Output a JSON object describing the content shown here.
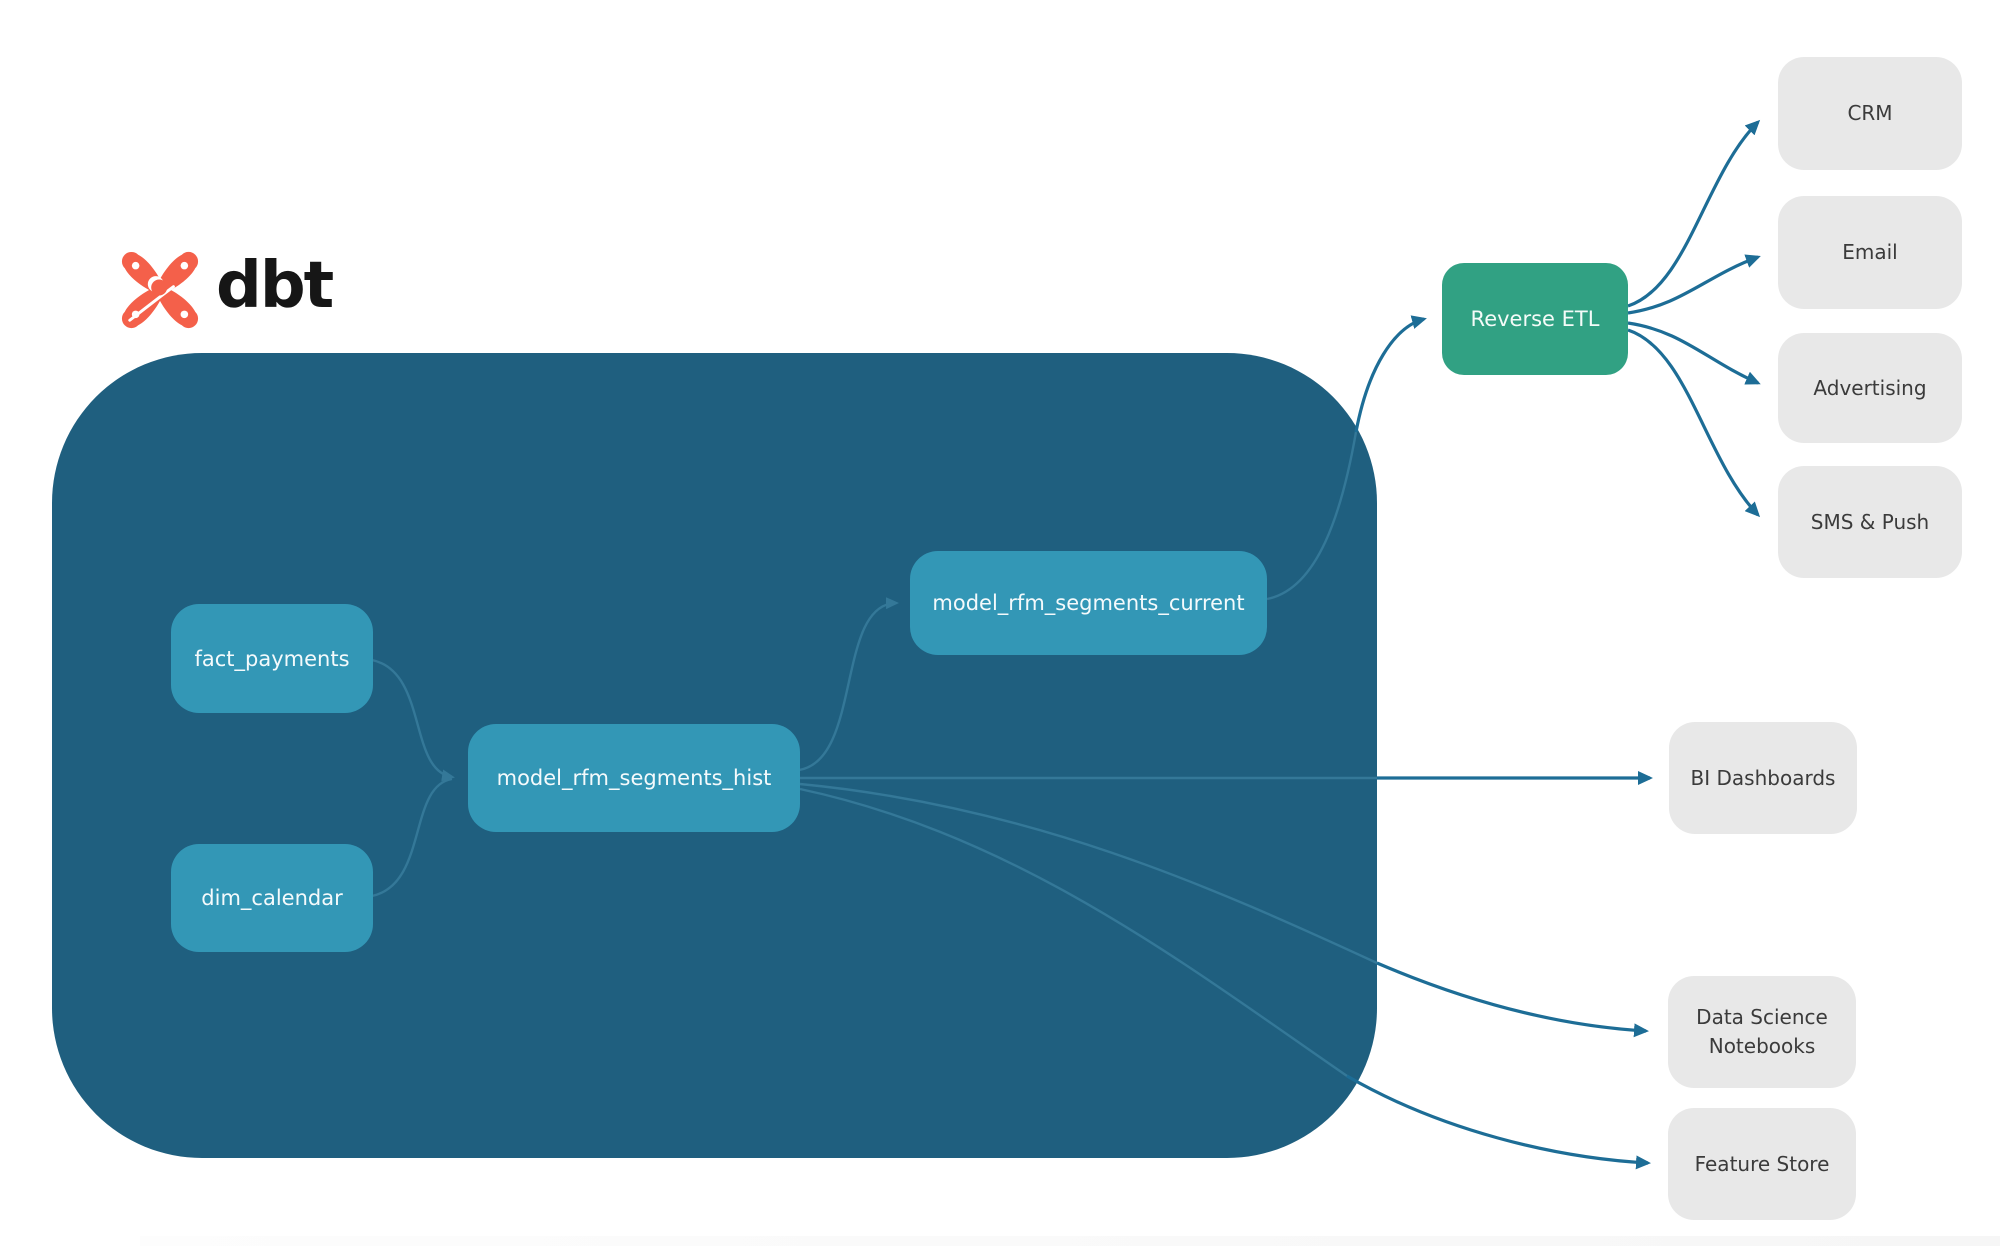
{
  "logo": {
    "text": "dbt"
  },
  "nodes": {
    "fact_payments": {
      "label": "fact_payments"
    },
    "dim_calendar": {
      "label": "dim_calendar"
    },
    "model_rfm_segments_hist": {
      "label": "model_rfm_segments_hist"
    },
    "model_rfm_segments_current": {
      "label": "model_rfm_segments_current"
    },
    "reverse_etl": {
      "label": "Reverse ETL"
    },
    "crm": {
      "label": "CRM"
    },
    "email": {
      "label": "Email"
    },
    "advertising": {
      "label": "Advertising"
    },
    "sms_push": {
      "label": "SMS & Push"
    },
    "bi_dashboards": {
      "label": "BI Dashboards"
    },
    "ds_notebooks": {
      "label": "Data Science Notebooks"
    },
    "feature_store": {
      "label": "Feature Store"
    }
  },
  "edges": [
    {
      "from": "fact_payments",
      "to": "model_rfm_segments_hist"
    },
    {
      "from": "dim_calendar",
      "to": "model_rfm_segments_hist"
    },
    {
      "from": "model_rfm_segments_hist",
      "to": "model_rfm_segments_current"
    },
    {
      "from": "model_rfm_segments_hist",
      "to": "bi_dashboards"
    },
    {
      "from": "model_rfm_segments_hist",
      "to": "ds_notebooks"
    },
    {
      "from": "model_rfm_segments_hist",
      "to": "feature_store"
    },
    {
      "from": "model_rfm_segments_current",
      "to": "reverse_etl"
    },
    {
      "from": "reverse_etl",
      "to": "crm"
    },
    {
      "from": "reverse_etl",
      "to": "email"
    },
    {
      "from": "reverse_etl",
      "to": "advertising"
    },
    {
      "from": "reverse_etl",
      "to": "sms_push"
    }
  ],
  "colors": {
    "warehouse_bg": "#1f5f7f",
    "model_node": "#3397b6",
    "reverse_etl": "#31a183",
    "destination_node": "#e8e8e8",
    "edge_inner": "#347898",
    "edge_outer": "#1d6d96",
    "logo_orange": "#f4604a",
    "logo_text": "#161616",
    "destination_text": "#3b3b3b"
  }
}
